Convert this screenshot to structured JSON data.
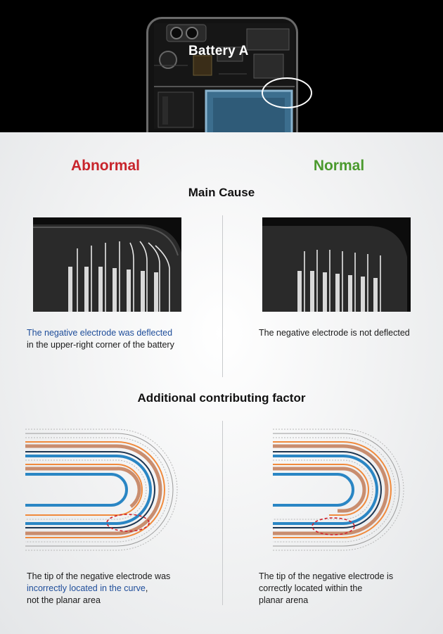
{
  "header": {
    "battery_label": "Battery A"
  },
  "columns": {
    "abnormal": {
      "label": "Abnormal",
      "color": "#c8242b"
    },
    "normal": {
      "label": "Normal",
      "color": "#4b9a2e"
    }
  },
  "sections": {
    "main_cause": {
      "title": "Main Cause",
      "abnormal_caption": {
        "highlight": "The negative electrode was deflected",
        "rest": "in the upper-right corner of the battery"
      },
      "normal_caption": {
        "text": "The negative electrode is not deflected"
      }
    },
    "additional": {
      "title": "Additional contributing factor",
      "abnormal_caption": {
        "line1": "The tip of the negative electrode was",
        "highlight": "incorrectly located in the curve",
        "comma": ",",
        "line3": "not the planar area"
      },
      "normal_caption": {
        "line1": "The tip of the negative electrode is",
        "line2": "correctly located within the",
        "line3": "planar arena"
      }
    }
  },
  "colors": {
    "highlight_blue": "#1e4d9a",
    "electrode_blue": "#2a86c4",
    "electrode_copper": "#c98d6e",
    "electrode_orange": "#f08a3c",
    "electrode_navy": "#1d3550",
    "marker_red": "#d0202a"
  }
}
